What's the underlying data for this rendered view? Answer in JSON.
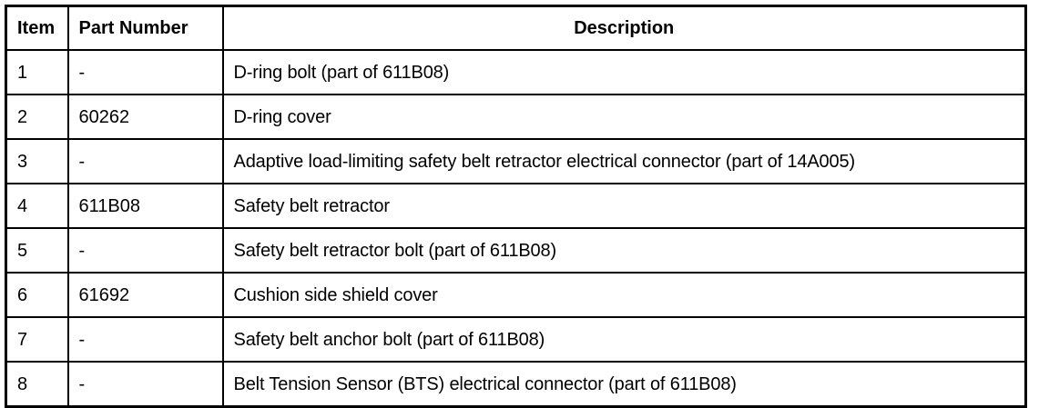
{
  "table": {
    "columns": [
      {
        "key": "item",
        "label": "Item",
        "align": "left"
      },
      {
        "key": "part_number",
        "label": "Part Number",
        "align": "left"
      },
      {
        "key": "description",
        "label": "Description",
        "align": "center"
      }
    ],
    "rows": [
      {
        "item": "1",
        "part_number": "-",
        "description": "D-ring bolt (part of 611B08)"
      },
      {
        "item": "2",
        "part_number": "60262",
        "description": "D-ring cover"
      },
      {
        "item": "3",
        "part_number": "-",
        "description": "Adaptive load-limiting safety belt retractor electrical connector (part of 14A005)"
      },
      {
        "item": "4",
        "part_number": "611B08",
        "description": "Safety belt retractor"
      },
      {
        "item": "5",
        "part_number": "-",
        "description": "Safety belt retractor bolt (part of 611B08)"
      },
      {
        "item": "6",
        "part_number": "61692",
        "description": "Cushion side shield cover"
      },
      {
        "item": "7",
        "part_number": "-",
        "description": "Safety belt anchor bolt (part of 611B08)"
      },
      {
        "item": "8",
        "part_number": "-",
        "description": "Belt Tension Sensor (BTS) electrical connector (part of 611B08)"
      }
    ]
  },
  "colors": {
    "border": "#000000",
    "text": "#000000",
    "background": "#ffffff"
  }
}
